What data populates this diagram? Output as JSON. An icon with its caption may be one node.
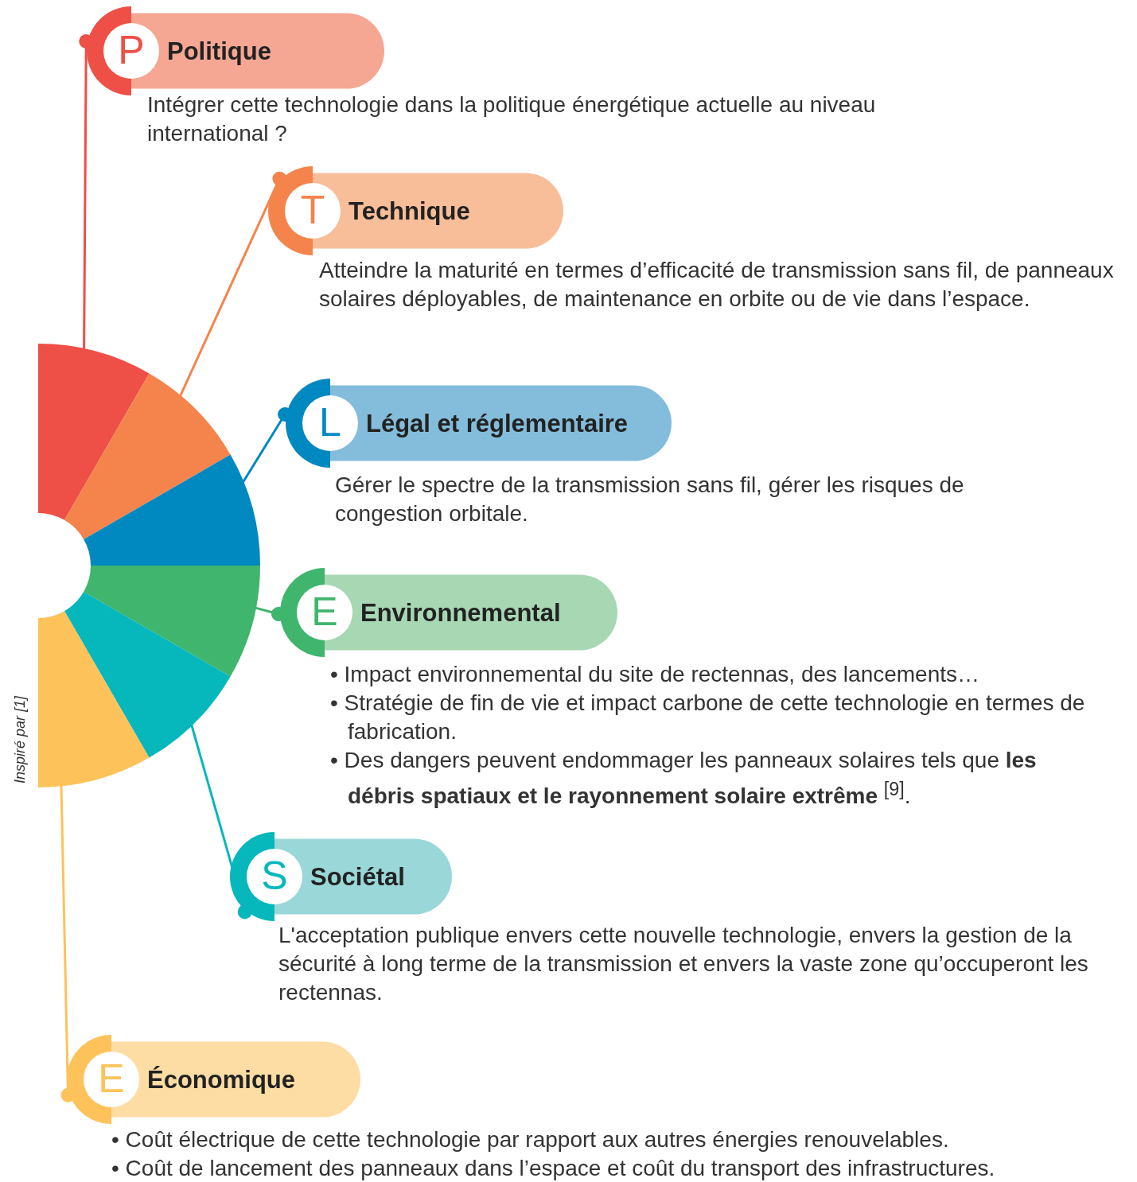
{
  "diagram": {
    "nodes": [
      {
        "text": [],
        "shape": "sector"
      },
      {
        "text": [],
        "shape": "sector"
      },
      {
        "text": [],
        "shape": "sector"
      },
      {
        "text": [],
        "shape": "sector"
      },
      {
        "text": [],
        "shape": "sector"
      },
      {
        "text": [],
        "shape": "sector"
      },
      {
        "text": [
          "P",
          "Politique"
        ],
        "beside": [
          "Intégrer cette technologie dans la politique énergétique actuelle au niveau international ?"
        ]
      },
      {
        "text": [
          "T",
          "Technique"
        ],
        "beside": [
          "Atteindre la maturité en termes d’efficacité de transmission sans fil, de panneaux solaires déployables, de maintenance en orbite ou de vie dans l’espace."
        ]
      },
      {
        "text": [
          "L",
          "Légal et réglementaire"
        ],
        "beside": [
          "Gérer le spectre de la transmission sans fil, gérer les risques de congestion orbitale."
        ]
      },
      {
        "text": [
          "E",
          "Environnemental"
        ],
        "beside": [
          "• Impact environnemental du site de rectennas, des lancements…",
          "• Stratégie de fin de vie et impact carbone de cette technologie en termes de fabrication.",
          "• Des dangers peuvent endommager les panneaux solaires tels que **les débris spatiaux et le rayonnement solaire extrême** $^{[9]}$."
        ]
      },
      {
        "text": [
          "S",
          "Sociétal"
        ],
        "beside": [
          "L'acceptation publique envers cette nouvelle technologie, envers la gestion de la sécurité à long terme de la transmission et envers la vaste zone qu’occuperont les rectennas."
        ]
      },
      {
        "text": [
          "E",
          "Économique"
        ],
        "beside": [
          "• Coût électrique de cette technologie par rapport aux autres énergies renouvelables.",
          "• Coût de lancement des panneaux dans l’espace et coût du transport des infrastructures."
        ]
      }
    ],
    "edges": [
      {
        "from": 0,
        "to": 6,
        "arrow": "other",
        "color": "#ee4f47"
      },
      {
        "from": 1,
        "to": 7,
        "arrow": "other",
        "color": "#f4844c"
      },
      {
        "from": 2,
        "to": 8,
        "arrow": "other",
        "color": "#0088c0"
      },
      {
        "from": 3,
        "to": 9,
        "arrow": "other",
        "color": "#3fb56e"
      },
      {
        "from": 4,
        "to": 10,
        "arrow": "other",
        "color": "#06b7bc"
      },
      {
        "from": 5,
        "to": 11,
        "arrow": "other",
        "color": "#fdc25a"
      }
    ],
    "labels": [
      "Inspiré par [1]"
    ]
  }
}
